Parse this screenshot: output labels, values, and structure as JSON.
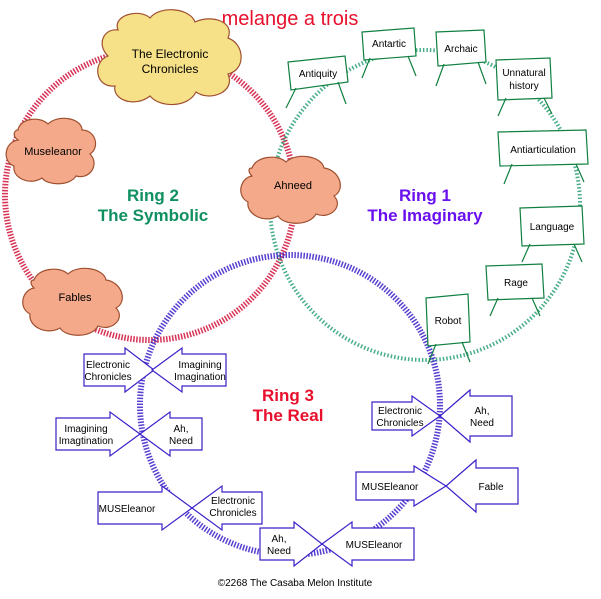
{
  "title": "melange a trois",
  "copyright": "©2268 The Casaba Melon Institute",
  "colors": {
    "title": "#e8102c",
    "ring1": "#6a10f0",
    "ring2": "#109060",
    "ring3": "#e8102c",
    "cloud_fill": "#f9a987",
    "cloud_highlight": "#f8e79a",
    "red_dots": "#d0103a",
    "green_dots": "#1a9a6a",
    "blue_dots": "#3a20c8",
    "arrow_stroke": "#3a20c8",
    "easel": "#108040"
  },
  "ring_labels": {
    "ring1": {
      "line1": "Ring 1",
      "line2": "The Imaginary"
    },
    "ring2": {
      "line1": "Ring 2",
      "line2": "The Symbolic"
    },
    "ring3": {
      "line1": "Ring 3",
      "line2": "The Real"
    }
  },
  "clouds": {
    "electronic_chronicles": {
      "line1": "The Electronic",
      "line2": "Chronicles"
    },
    "museleanor": "Museleanor",
    "ahneed": "Ahneed",
    "fables": "Fables"
  },
  "easels": {
    "antiquity": "Antiquity",
    "antartic": "Antartic",
    "archaic": "Archaic",
    "unnatural_history": {
      "line1": "Unnatural",
      "line2": "history"
    },
    "antiarticulation": "Antiarticulation",
    "language": "Language",
    "rage": "Rage",
    "robot": "Robot"
  },
  "arrows": {
    "electronic_chronicles_1": {
      "line1": "Electronic",
      "line2": "Chronicles"
    },
    "imagining_imagination_1": {
      "line1": "Imagining",
      "line2": "Imagination"
    },
    "imagining_imagtination": {
      "line1": "Imagining",
      "line2": "Imagtination"
    },
    "ah_need_1": {
      "line1": "Ah,",
      "line2": "Need"
    },
    "electronic_chronicles_2": {
      "line1": "Electronic",
      "line2": "Chronicles"
    },
    "ah_need_2": {
      "line1": "Ah,",
      "line2": "Need"
    },
    "museleanor_caps_1": "MUSEleanor",
    "fable": "Fable",
    "museleanor_left": "MUSEleanor",
    "electronic_chronicles_3": {
      "line1": "Electronic",
      "line2": "Chronicles"
    },
    "ah_need_3": {
      "line1": "Ah,",
      "line2": "Need"
    },
    "museleanor_bottom": "MUSEleanor"
  }
}
